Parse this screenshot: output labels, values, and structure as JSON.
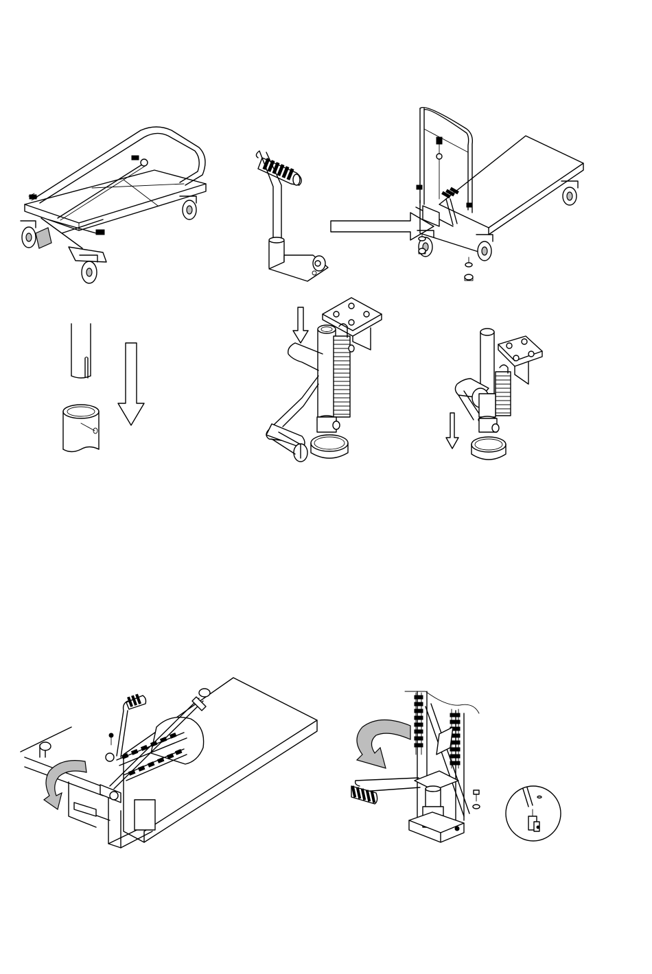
{
  "page": {
    "kind": "assembly-instructions-illustrations",
    "text": []
  },
  "figures": [
    {
      "id": "folded-cart",
      "icon": "folded-platform-cart"
    },
    {
      "id": "handle",
      "icon": "lift-handle-lever"
    },
    {
      "id": "cart-handle-install",
      "icon": "cart-with-handle-arrow"
    },
    {
      "id": "tube-insert",
      "icon": "tube-into-socket-arrow"
    },
    {
      "id": "pump-lower",
      "icon": "pump-pedal-down-arrow"
    },
    {
      "id": "pump-press",
      "icon": "pump-pedal-pressed-arrow"
    },
    {
      "id": "frame-rotate",
      "icon": "frame-chains-rotate-arrow"
    },
    {
      "id": "pump-detail",
      "icon": "pump-close-up-rotate-arrow"
    }
  ]
}
